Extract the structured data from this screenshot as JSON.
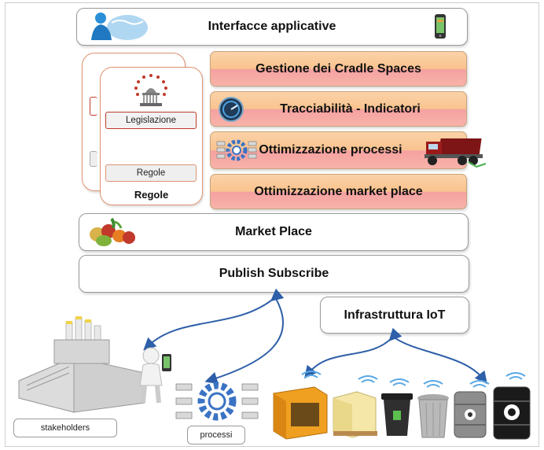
{
  "layers": {
    "interfacce": "Interfacce applicative",
    "gestione": "Gestione dei Cradle Spaces",
    "tracciabilita": "Tracciabilità - Indicatori",
    "ottimizzazione_processi": "Ottimizzazione processi",
    "ottimizzazione_market": "Ottimizzazione market place",
    "market_place": "Market Place",
    "publish_subscribe": "Publish Subscribe",
    "infrastruttura_iot": "Infrastruttura IoT"
  },
  "regole_card": {
    "legislazione": "Legislazione",
    "regole_field": "Regole",
    "title": "Regole"
  },
  "labels": {
    "stakeholders": "stakeholders",
    "processi": "processi"
  },
  "colors": {
    "orange_top": "#fbd2a8",
    "orange_bottom": "#f5a1a1",
    "arrow_blue": "#2e5fa8",
    "card_border": "#e09370",
    "legislazione_border": "#c0392b"
  },
  "icons": [
    "world-user-icon",
    "smartphone-icon",
    "capitol-seal-icon",
    "gauge-icon",
    "gear-process-icon",
    "truck-icon",
    "fruit-basket-icon",
    "factory-icon",
    "person-phone-icon",
    "container-icon",
    "boxes-icon",
    "bin-recycle-icon",
    "trash-can-icon",
    "barrel-biohazard-icon",
    "barrel-oil-icon"
  ]
}
